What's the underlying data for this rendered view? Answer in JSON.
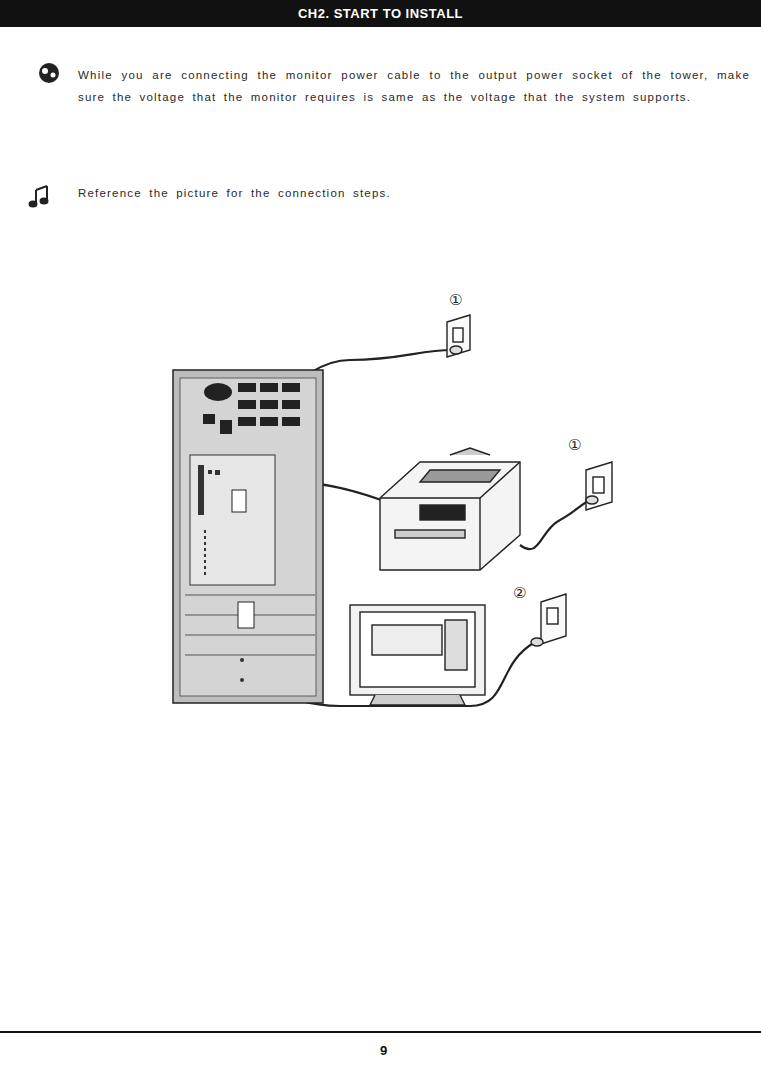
{
  "diagram": {
    "title": "CH2. START TO INSTALL",
    "labels": [
      "While you are connecting the monitor power cable to the output power socket of the tower, make sure the voltage that the monitor requires is same as the voltage that the system supports.",
      "Reference the picture for the connection steps.",
      "①",
      "①",
      "②",
      "9"
    ]
  }
}
